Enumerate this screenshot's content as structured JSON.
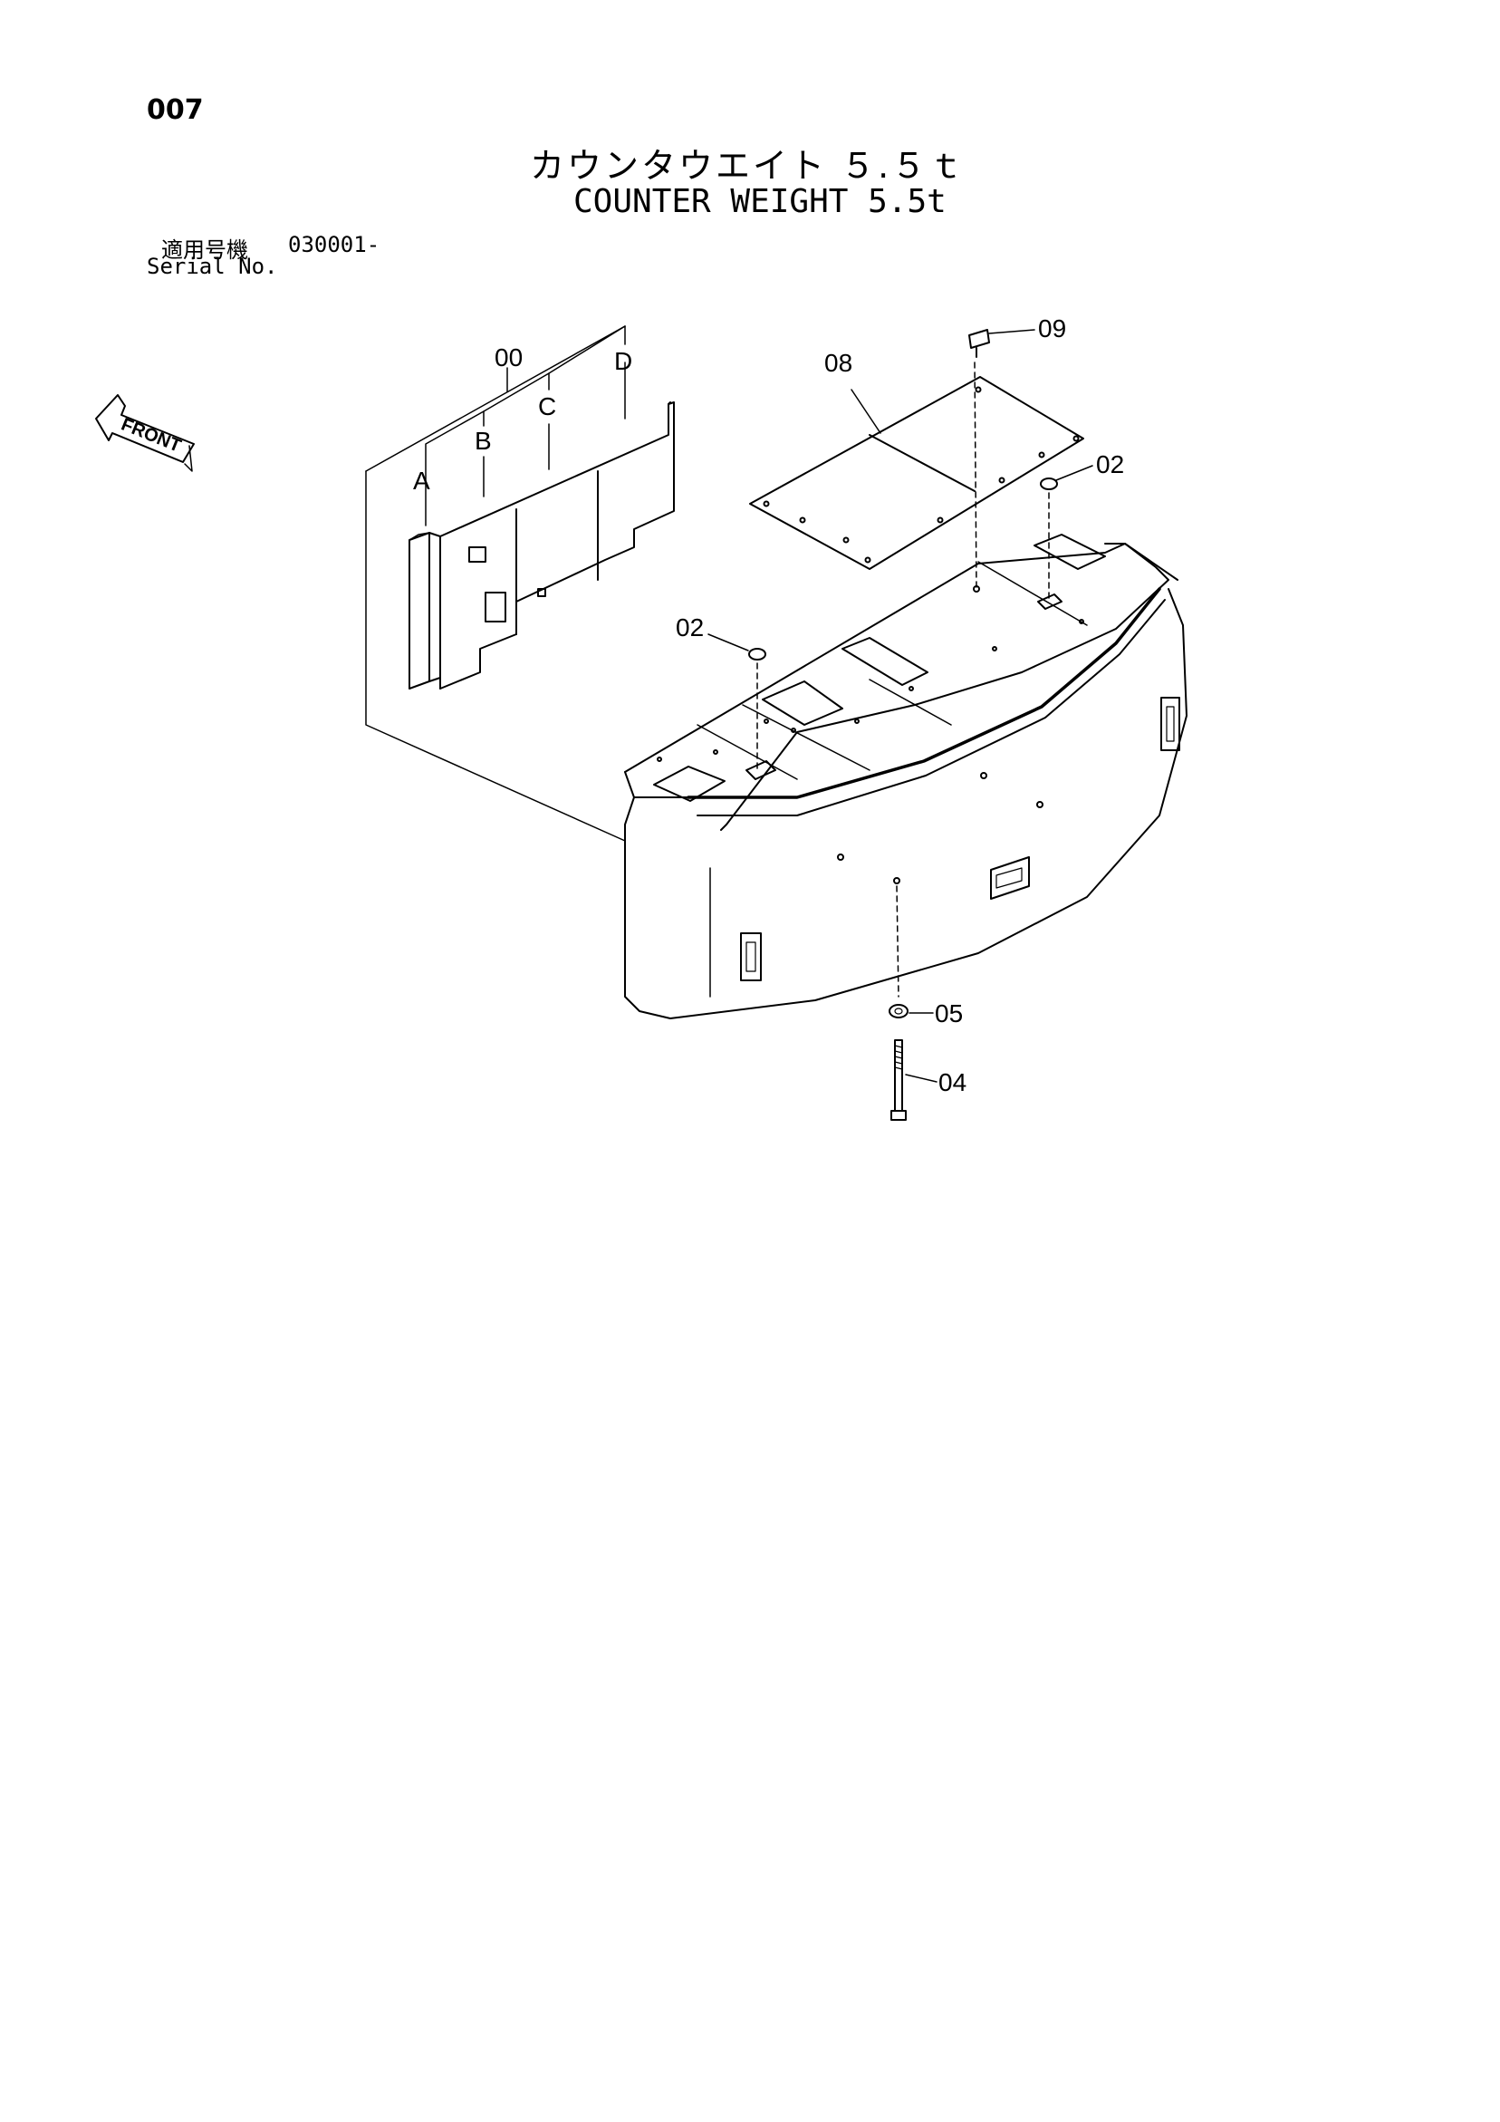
{
  "page": {
    "number": "007",
    "title_jp": "カウンタウエイト ５.５ｔ",
    "title_en": "COUNTER WEIGHT 5.5t"
  },
  "serial": {
    "label_jp": "適用号機",
    "value": "030001-",
    "label_en": "Serial No."
  },
  "front_arrow": {
    "label": "FRONT"
  },
  "callouts": {
    "assembly": "00",
    "a": "A",
    "b": "B",
    "c": "C",
    "d": "D",
    "cover_plate": "08",
    "cover_bolt": "09",
    "cap_right": "02",
    "cap_left": "02",
    "washer": "05",
    "bolt": "04"
  }
}
